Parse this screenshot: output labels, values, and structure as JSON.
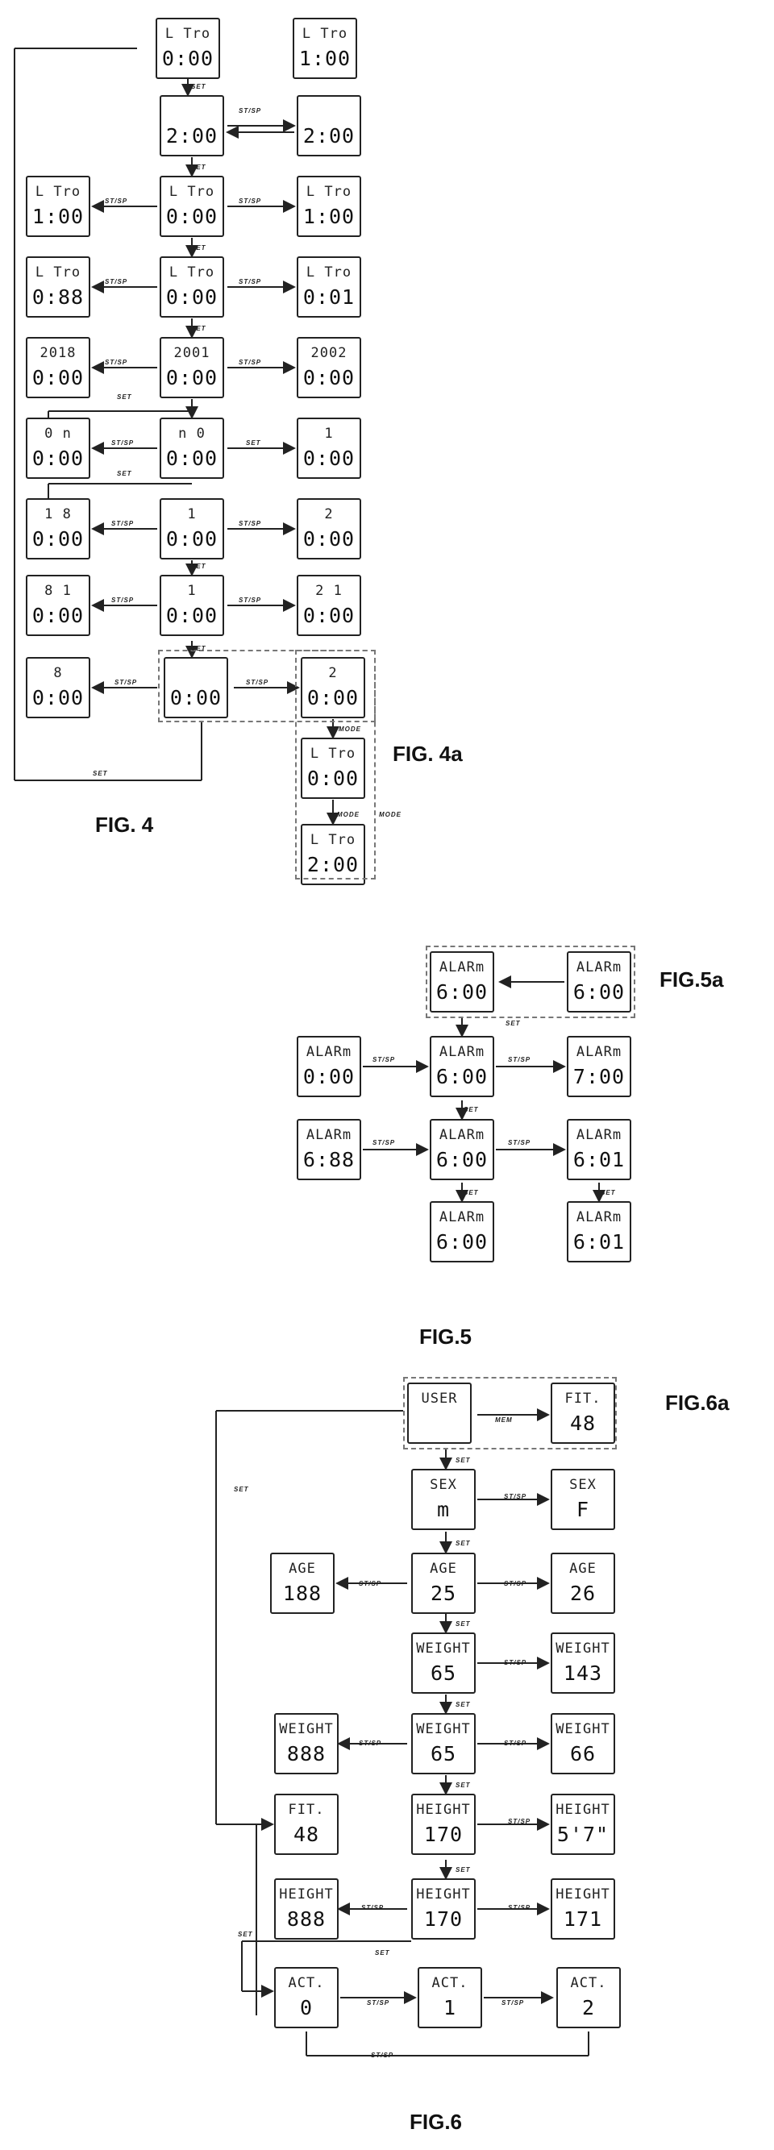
{
  "figures": [
    {
      "id": "fig4",
      "caption": "FIG. 4",
      "sub_caption": "FIG. 4a"
    },
    {
      "id": "fig5",
      "caption": "FIG.5",
      "sub_caption": "FIG.5a"
    },
    {
      "id": "fig6",
      "caption": "FIG.6",
      "sub_caption": "FIG.6a"
    }
  ],
  "labels": {
    "set": "SET",
    "stsp": "ST/SP",
    "mode": "MODE",
    "mem": "MEM"
  },
  "screens": [
    {
      "id": "f4-r0-c",
      "top": "L Tro",
      "bottom": "0:00"
    },
    {
      "id": "f4-r0-r",
      "top": "L Tro",
      "bottom": "1:00"
    },
    {
      "id": "f4-r1-c",
      "top": "",
      "bottom": "2:00"
    },
    {
      "id": "f4-r1-r",
      "top": "",
      "bottom": "2:00"
    },
    {
      "id": "f4-r2-l",
      "top": "L Tro",
      "bottom": "1:00"
    },
    {
      "id": "f4-r2-c",
      "top": "L Tro",
      "bottom": "0:00"
    },
    {
      "id": "f4-r2-r",
      "top": "L Tro",
      "bottom": "1:00"
    },
    {
      "id": "f4-r3-l",
      "top": "L Tro",
      "bottom": "0:88"
    },
    {
      "id": "f4-r3-c",
      "top": "L Tro",
      "bottom": "0:00"
    },
    {
      "id": "f4-r3-r",
      "top": "L Tro",
      "bottom": "0:01"
    },
    {
      "id": "f4-r4-l",
      "top": "2018",
      "bottom": "0:00"
    },
    {
      "id": "f4-r4-c",
      "top": "2001",
      "bottom": "0:00"
    },
    {
      "id": "f4-r4-r",
      "top": "2002",
      "bottom": "0:00"
    },
    {
      "id": "f4-r5-l",
      "top": "0 n",
      "bottom": "0:00"
    },
    {
      "id": "f4-r5-c",
      "top": "n 0",
      "bottom": "0:00"
    },
    {
      "id": "f4-r5-r",
      "top": "1",
      "bottom": "0:00"
    },
    {
      "id": "f4-r6-l",
      "top": "1 8",
      "bottom": "0:00"
    },
    {
      "id": "f4-r6-c",
      "top": "1",
      "bottom": "0:00"
    },
    {
      "id": "f4-r6-r",
      "top": "2",
      "bottom": "0:00"
    },
    {
      "id": "f4-r7-l",
      "top": "8 1",
      "bottom": "0:00"
    },
    {
      "id": "f4-r7-c",
      "top": "1",
      "bottom": "0:00"
    },
    {
      "id": "f4-r7-r",
      "top": "2 1",
      "bottom": "0:00"
    },
    {
      "id": "f4-r8-l",
      "top": "8",
      "bottom": "0:00"
    },
    {
      "id": "f4-r8-c",
      "top": "",
      "bottom": "0:00"
    },
    {
      "id": "f4-r8-r",
      "top": "2",
      "bottom": "0:00"
    },
    {
      "id": "f4-r9",
      "top": "L Tro",
      "bottom": "0:00"
    },
    {
      "id": "f4-r10",
      "top": "L Tro",
      "bottom": "2:00"
    },
    {
      "id": "f5-r0-c",
      "top": "ALARm",
      "bottom": "6:00"
    },
    {
      "id": "f5-r0-r",
      "top": "ALARm",
      "bottom": "6:00"
    },
    {
      "id": "f5-r1-l",
      "top": "ALARm",
      "bottom": "0:00"
    },
    {
      "id": "f5-r1-c",
      "top": "ALARm",
      "bottom": "6:00"
    },
    {
      "id": "f5-r1-r",
      "top": "ALARm",
      "bottom": "7:00"
    },
    {
      "id": "f5-r2-l",
      "top": "ALARm",
      "bottom": "6:88"
    },
    {
      "id": "f5-r2-c",
      "top": "ALARm",
      "bottom": "6:00"
    },
    {
      "id": "f5-r2-r",
      "top": "ALARm",
      "bottom": "6:01"
    },
    {
      "id": "f5-r3-c",
      "top": "ALARm",
      "bottom": "6:00"
    },
    {
      "id": "f5-r3-r",
      "top": "ALARm",
      "bottom": "6:01"
    },
    {
      "id": "f6-r0-c",
      "top": "USER",
      "bottom": ""
    },
    {
      "id": "f6-r0-r",
      "top": "FIT.",
      "bottom": "48"
    },
    {
      "id": "f6-r1-c",
      "top": "SEX",
      "bottom": "m"
    },
    {
      "id": "f6-r1-r",
      "top": "SEX",
      "bottom": "F"
    },
    {
      "id": "f6-r2-l",
      "top": "AGE",
      "bottom": "188"
    },
    {
      "id": "f6-r2-c",
      "top": "AGE",
      "bottom": "25"
    },
    {
      "id": "f6-r2-r",
      "top": "AGE",
      "bottom": "26"
    },
    {
      "id": "f6-r3-c",
      "top": "WEIGHT",
      "bottom": "65"
    },
    {
      "id": "f6-r3-r",
      "top": "WEIGHT",
      "bottom": "143"
    },
    {
      "id": "f6-r4-l",
      "top": "WEIGHT",
      "bottom": "888"
    },
    {
      "id": "f6-r4-c",
      "top": "WEIGHT",
      "bottom": "65"
    },
    {
      "id": "f6-r4-r",
      "top": "WEIGHT",
      "bottom": "66"
    },
    {
      "id": "f6-r5-l",
      "top": "FIT.",
      "bottom": "48"
    },
    {
      "id": "f6-r5-c",
      "top": "HEIGHT",
      "bottom": "170"
    },
    {
      "id": "f6-r5-r",
      "top": "HEIGHT",
      "bottom": "5'7\""
    },
    {
      "id": "f6-r6-l",
      "top": "HEIGHT",
      "bottom": "888"
    },
    {
      "id": "f6-r6-c",
      "top": "HEIGHT",
      "bottom": "170"
    },
    {
      "id": "f6-r6-r",
      "top": "HEIGHT",
      "bottom": "171"
    },
    {
      "id": "f6-r7-l",
      "top": "ACT.",
      "bottom": "0"
    },
    {
      "id": "f6-r7-c",
      "top": "ACT.",
      "bottom": "1"
    },
    {
      "id": "f6-r7-r",
      "top": "ACT.",
      "bottom": "2"
    }
  ]
}
